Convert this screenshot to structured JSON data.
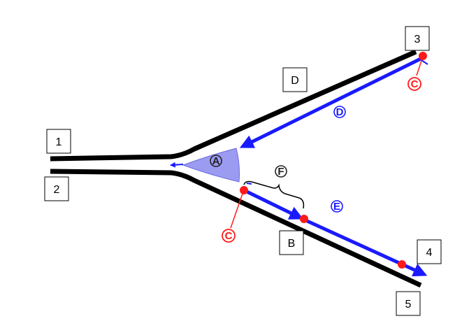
{
  "boxes": {
    "b1": "1",
    "b2": "2",
    "b3": "3",
    "b4": "4",
    "b5": "5",
    "bB": "B",
    "bD": "D"
  },
  "circled": {
    "A": "A",
    "C_top": "C",
    "C_bottom": "C",
    "D": "D",
    "E": "E",
    "F": "F"
  },
  "colors": {
    "road": "#000000",
    "flow_arrow": "#1a1aff",
    "marker": "#ff1a1a",
    "zone_fill": "#8a8af0",
    "label_blue": "#1a1aff",
    "label_red": "#ff1a1a",
    "label_dark": "#222222"
  }
}
